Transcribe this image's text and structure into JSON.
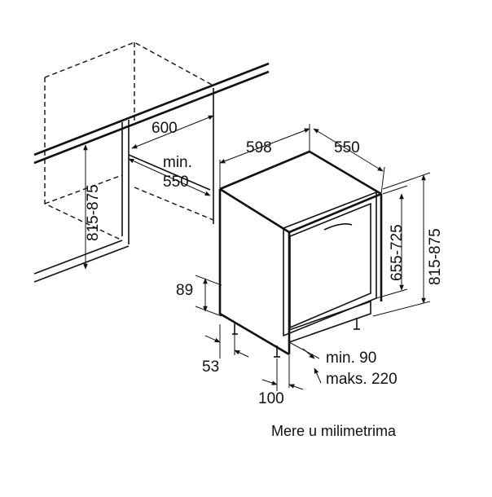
{
  "dimensions": {
    "cabinet_width": "600",
    "cabinet_depth_min_label": "min.",
    "cabinet_depth_min_value": "550",
    "cabinet_height": "815-875",
    "appliance_width": "598",
    "appliance_depth": "550",
    "door_height": "655-725",
    "appliance_height": "815-875",
    "base_height": "89",
    "foot_setback": "53",
    "plinth_depth": "100",
    "plinth_min": "min. 90",
    "plinth_max": "maks. 220"
  },
  "caption": "Mere u milimetrima",
  "colors": {
    "line": "#111111",
    "background": "#ffffff"
  }
}
